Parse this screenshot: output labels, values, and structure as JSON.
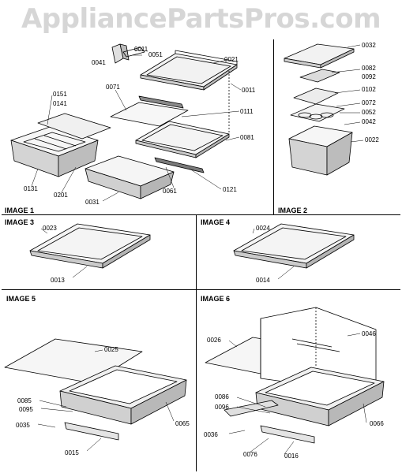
{
  "watermark": "AppliancePartsPros.com",
  "panels": [
    {
      "id": "image1",
      "label": "IMAGE 1"
    },
    {
      "id": "image2",
      "label": "IMAGE 2"
    },
    {
      "id": "image3",
      "label": "IMAGE 3"
    },
    {
      "id": "image4",
      "label": "IMAGE 4"
    },
    {
      "id": "image5",
      "label": "IMAGE 5"
    },
    {
      "id": "image6",
      "label": "IMAGE 6"
    }
  ],
  "parts": {
    "image1": [
      "0011",
      "0041",
      "0051",
      "0021",
      "0011",
      "0071",
      "0111",
      "0151",
      "0141",
      "0081",
      "0131",
      "0201",
      "0061",
      "0121",
      "0031"
    ],
    "image2": [
      "0032",
      "0082",
      "0092",
      "0102",
      "0072",
      "0052",
      "0042",
      "0022"
    ],
    "image3": [
      "0023",
      "0013"
    ],
    "image4": [
      "0024",
      "0014"
    ],
    "image5": [
      "0025",
      "0085",
      "0095",
      "0035",
      "0065",
      "0015"
    ],
    "image6": [
      "0026",
      "0046",
      "0086",
      "0096",
      "0036",
      "0066",
      "0076",
      "0016"
    ]
  }
}
